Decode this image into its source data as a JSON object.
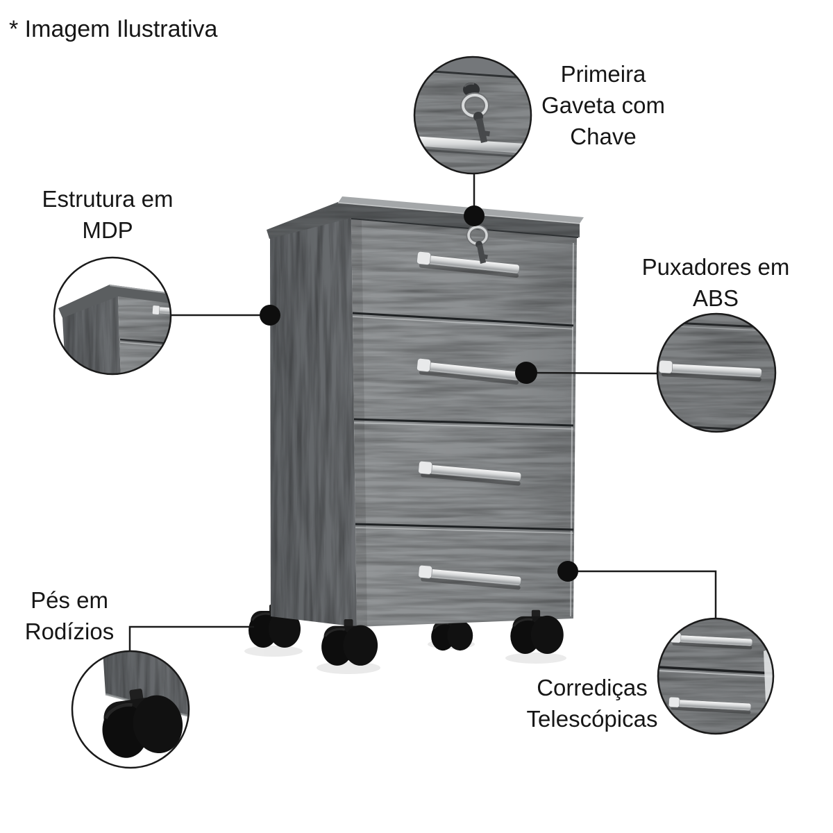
{
  "image_note": "* Imagem Ilustrativa",
  "callouts": {
    "lock": {
      "l1": "Primeira",
      "l2": "Gaveta com",
      "l3": "Chave"
    },
    "structure": {
      "l1": "Estrutura em",
      "l2": "MDP"
    },
    "handles": {
      "l1": "Puxadores em",
      "l2": "ABS"
    },
    "casters": {
      "l1": "Pés em",
      "l2": "Rodízios"
    },
    "slides": {
      "l1": "Corrediças",
      "l2": "Telescópicas"
    }
  },
  "colors": {
    "background": "#ffffff",
    "text": "#161616",
    "callout_line": "#1a1a1a",
    "wood_front": "#8a8d8f",
    "wood_side": "#63666a",
    "wood_top_band": "#5c5f61",
    "wood_top_sliver": "#a4a7a9",
    "handle_chrome": "#d2d4d5",
    "caster_black": "#121212"
  }
}
